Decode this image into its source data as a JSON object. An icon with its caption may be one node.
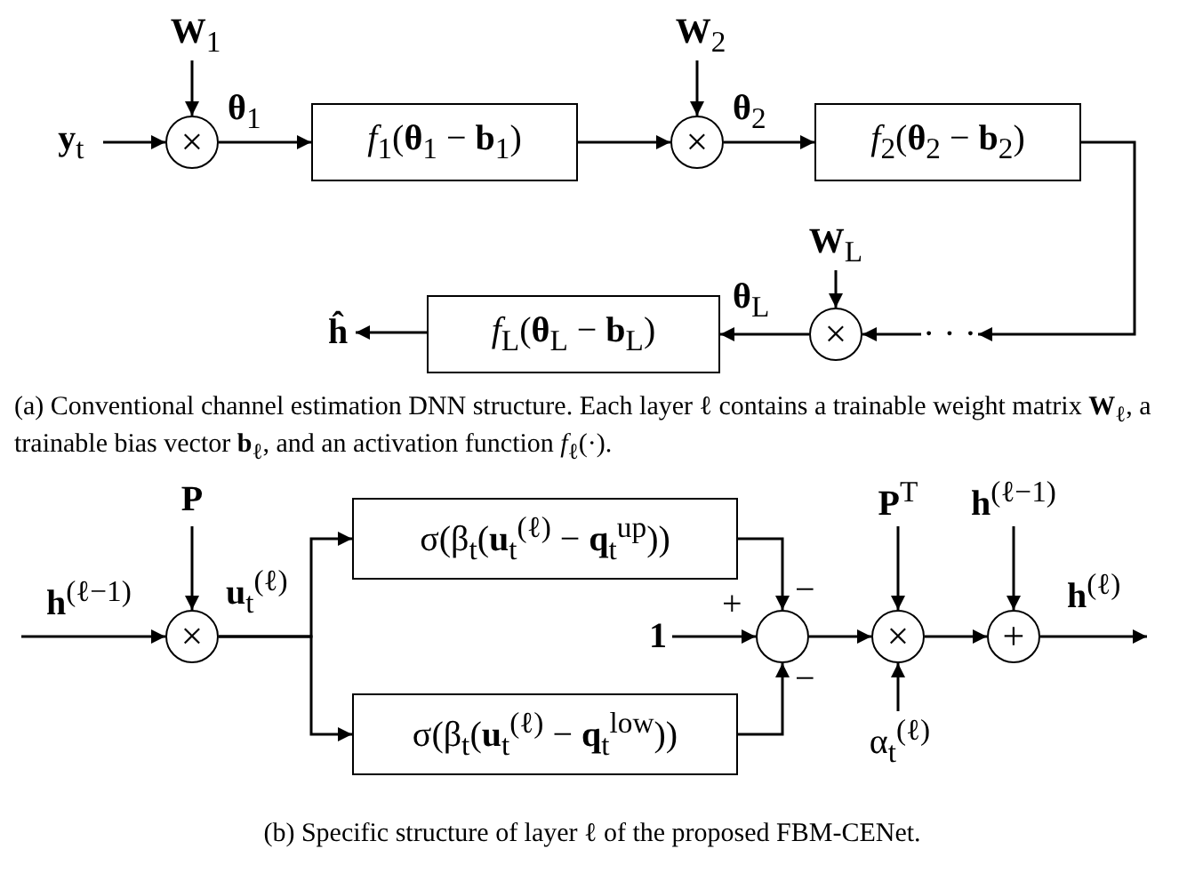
{
  "diagram": {
    "nodes": [
      {
        "text": [
          "**y**$_{t}$"
        ]
      },
      {
        "text": [
          "×"
        ]
      },
      {
        "text": [
          "**W**$_{1}$"
        ]
      },
      {
        "text": [
          "*f*$_{1}$(**θ**$_{1}$ − **b**$_{1}$)"
        ]
      },
      {
        "text": [
          "×"
        ]
      },
      {
        "text": [
          "**W**$_{2}$"
        ]
      },
      {
        "text": [
          "*f*$_{2}$(**θ**$_{2}$ − **b**$_{2}$)"
        ]
      },
      {
        "text": [
          "**W**$_{L}$"
        ]
      },
      {
        "text": [
          "×"
        ]
      },
      {
        "text": [
          "· · ·"
        ]
      },
      {
        "text": [
          "*f*$_{L}$(**θ**$_{L}$ − **b**$_{L}$)"
        ]
      },
      {
        "text": [
          "ĥ"
        ]
      },
      {
        "text": [
          "×"
        ]
      },
      {
        "text": [
          "P"
        ]
      },
      {
        "text": [
          "σ(β$_{t}$(**u**$_{t}$$^{(ℓ)}$ − **q**$_{t}$$^{up}$))"
        ]
      },
      {
        "text": [
          "σ(β$_{t}$(**u**$_{t}$$^{(ℓ)}$ − **q**$_{t}$$^{low}$))"
        ]
      },
      {
        "text": [
          "1"
        ]
      },
      {
        "text": [],
        "shape": "circle",
        "beside": [
          "+",
          "−",
          "−"
        ]
      },
      {
        "text": [
          "×"
        ]
      },
      {
        "text": [
          "**P**$^{T}$"
        ]
      },
      {
        "text": [
          "α$_{t}$$^{(ℓ)}$"
        ]
      },
      {
        "text": [
          "+"
        ]
      },
      {
        "text": [
          "**h**$^{(ℓ−1)}$"
        ]
      }
    ],
    "edges": [
      {
        "from": 0,
        "to": 1,
        "arrow": "to"
      },
      {
        "from": 2,
        "to": 1,
        "arrow": "to"
      },
      {
        "from": 1,
        "to": 3,
        "arrow": "to",
        "label": "**θ**$_{1}$"
      },
      {
        "from": 3,
        "to": 4,
        "arrow": "to"
      },
      {
        "from": 5,
        "to": 4,
        "arrow": "to"
      },
      {
        "from": 4,
        "to": 6,
        "arrow": "to",
        "label": "**θ**$_{2}$"
      },
      {
        "from": 6,
        "to": 9,
        "arrow": "to"
      },
      {
        "from": 9,
        "to": 8,
        "arrow": "to"
      },
      {
        "from": 7,
        "to": 8,
        "arrow": "to"
      },
      {
        "from": 8,
        "to": 10,
        "arrow": "to",
        "label": "**θ**$_{L}$"
      },
      {
        "from": 10,
        "to": 11,
        "arrow": "to"
      },
      {
        "from": null,
        "to": 12,
        "arrow": "to",
        "label": "**h**$^{(ℓ−1)}$"
      },
      {
        "from": 13,
        "to": 12,
        "arrow": "to"
      },
      {
        "from": 12,
        "to": 14,
        "arrow": "to",
        "label": "**u**$_{t}$$^{(ℓ)}$"
      },
      {
        "from": 12,
        "to": 15,
        "arrow": "to"
      },
      {
        "from": 16,
        "to": 17,
        "arrow": "to"
      },
      {
        "from": 14,
        "to": 17,
        "arrow": "to"
      },
      {
        "from": 15,
        "to": 17,
        "arrow": "to"
      },
      {
        "from": 17,
        "to": 18,
        "arrow": "to"
      },
      {
        "from": 19,
        "to": 18,
        "arrow": "to"
      },
      {
        "from": 20,
        "to": 18,
        "arrow": "to"
      },
      {
        "from": 18,
        "to": 21,
        "arrow": "to"
      },
      {
        "from": 22,
        "to": 21,
        "arrow": "to"
      },
      {
        "from": 21,
        "to": null,
        "arrow": "to",
        "label": "**h**$^{(ℓ)}$"
      }
    ],
    "labels": [
      "(a) Conventional channel estimation DNN structure. Each layer ℓ contains a trainable weight matrix **W**$_{ℓ}$, a trainable bias vector **b**$_{ℓ}$, and an activation function *f*$_{ℓ}$(·).",
      "(b) Specific structure of layer ℓ of the proposed FBM-CENet."
    ]
  }
}
